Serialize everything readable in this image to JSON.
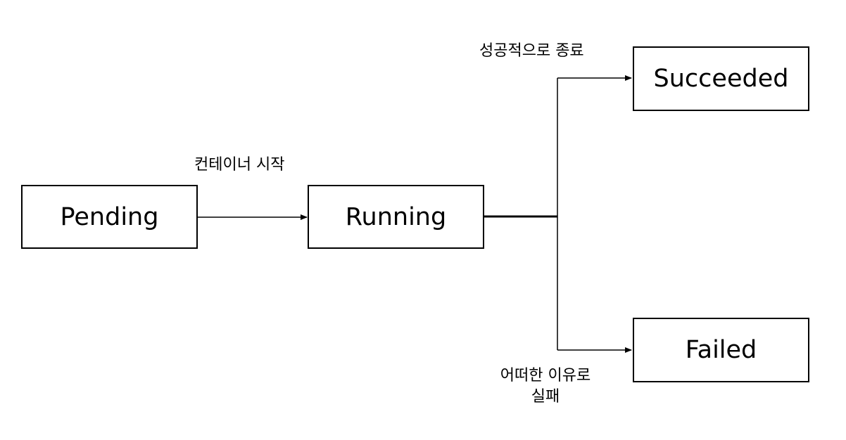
{
  "states": {
    "pending": "Pending",
    "running": "Running",
    "succeeded": "Succeeded",
    "failed": "Failed"
  },
  "transitions": {
    "start_container": "컨테이너 시작",
    "success": "성공적으로 종료",
    "fail_line1": "어떠한 이유로",
    "fail_line2": "실패"
  },
  "colors": {
    "stroke": "#000000",
    "background": "#ffffff"
  }
}
